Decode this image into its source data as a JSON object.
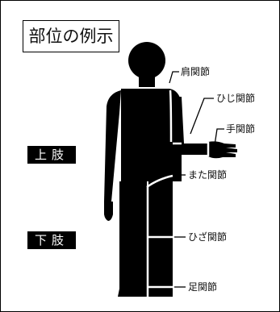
{
  "title": "部位の例示",
  "sections": {
    "upper": "上肢",
    "lower": "下肢"
  },
  "labels": {
    "shoulder": "肩関節",
    "elbow": "ひじ関節",
    "wrist": "手関節",
    "hip": "また関節",
    "knee": "ひざ関節",
    "ankle": "足関節"
  }
}
